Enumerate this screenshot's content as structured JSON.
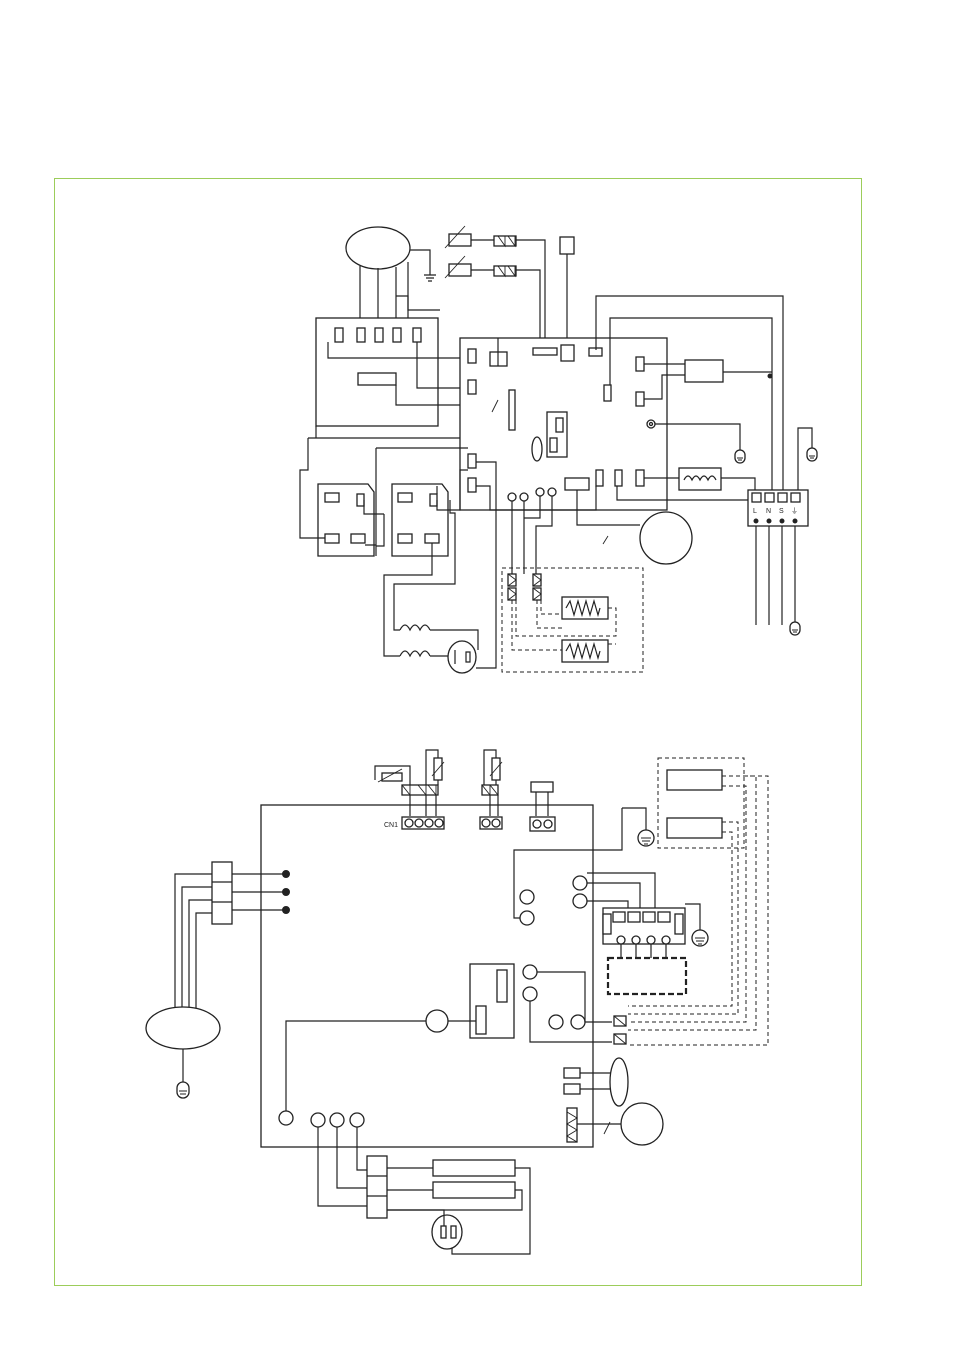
{
  "frame_color": "#9ccd5a",
  "line_color": "#222222",
  "lower": {
    "cn1_label": "CN1"
  },
  "terminal_block_upper": {
    "labels": [
      "L",
      "N",
      "S",
      "⏚"
    ]
  }
}
